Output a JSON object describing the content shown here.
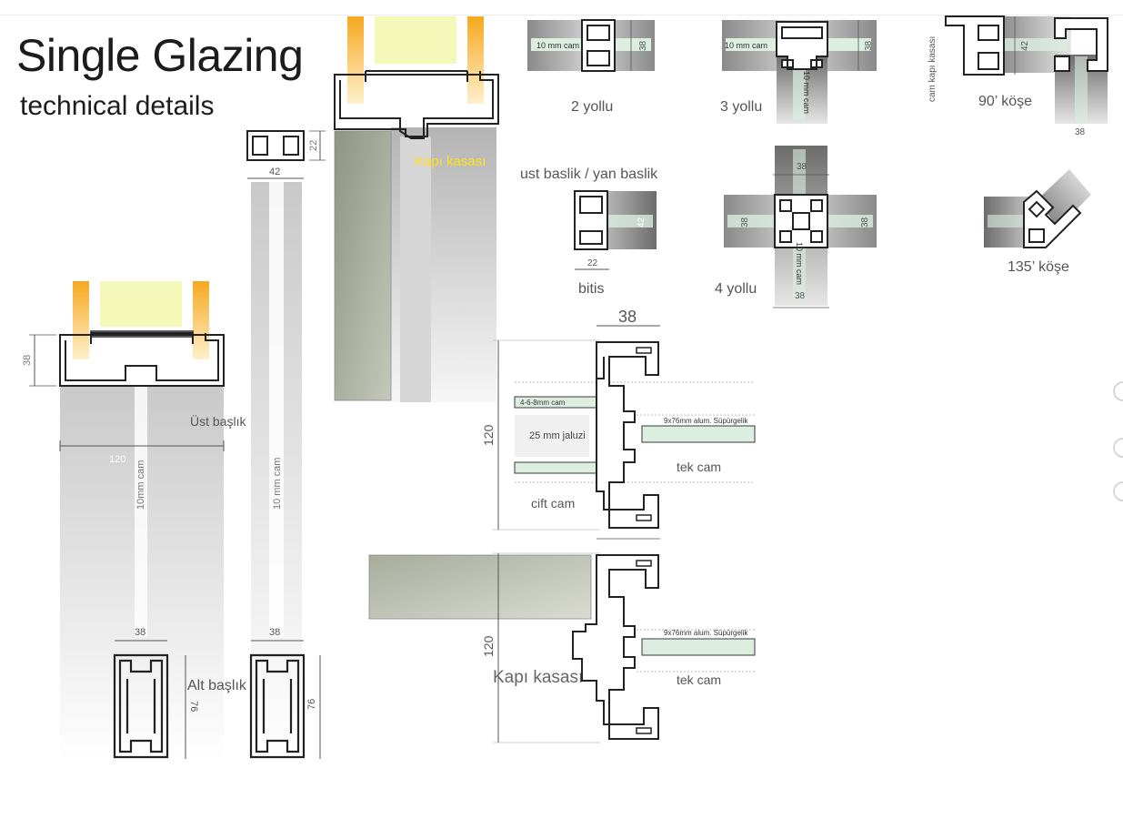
{
  "header": {
    "title": "Single Glazing",
    "subtitle": "technical details"
  },
  "labels": {
    "kapi_kasasi_top": "Kapı kasası",
    "ust_baslik": "Üst başlık",
    "alt_baslik": "Alt başlık",
    "two_way": "2 yollu",
    "three_way": "3 yollu",
    "four_way": "4 yollu",
    "corner_90": "90’ köşe",
    "corner_135": "135’ köşe",
    "ust_yan_baslik": "ust baslik / yan baslik",
    "bitis": "bitis",
    "cam_kapi_kasasi": "cam kapı kasası",
    "cam_468": "4-6-8mm  cam",
    "jaluzi": "25 mm jaluzi",
    "supurgelik_1": "9x76mm alum. Süpürgelik",
    "supurgelik_2": "9x76mm alum. Süpürgelik",
    "tek_cam_1": "tek cam",
    "tek_cam_2": "tek cam",
    "cift_cam": "cift cam",
    "kapi_kasasi_bottom": "Kapı kasası",
    "cam_10mm_1": "10 mm  cam",
    "cam_10mm_2": "10 mm  cam",
    "cam_10mm_3_v": "10 mm  cam",
    "cam_10mm_4_v": "10 mm  cam",
    "cam_10mm_left_v": "10mm cam",
    "cam_10mm_mid_v": "10 mm  cam"
  },
  "dimensions": {
    "d38_left": "38",
    "d120_left": "120",
    "d38_bottom_left": "38",
    "d76_left": "76",
    "d22_mid": "22",
    "d42_mid": "42",
    "d38_bottom_mid": "38",
    "d76_mid": "76",
    "d38_2yollu": "38",
    "d38_3yollu": "38",
    "d42_90": "42",
    "d38_90": "38",
    "d42_bitis": "42",
    "d22_bitis": "22",
    "d38_4y_top": "38",
    "d38_4y_left": "38",
    "d38_4y_right": "38",
    "d38_4y_bottom": "38",
    "d38_section": "38",
    "d120_section": "120",
    "d120_lower": "120"
  },
  "colors": {
    "profile": "#222222",
    "glass": "#dbeee0",
    "glass_edge": "#3a3a3a",
    "light_yellow": "#f4f8b8",
    "light_orange": "#fde4a6",
    "orange": "#f7b52c",
    "kasasi_fill": "#9aa08c",
    "yellow_label": "#ffe21a",
    "label_gray": "#555555",
    "dim_gray": "#777777"
  }
}
